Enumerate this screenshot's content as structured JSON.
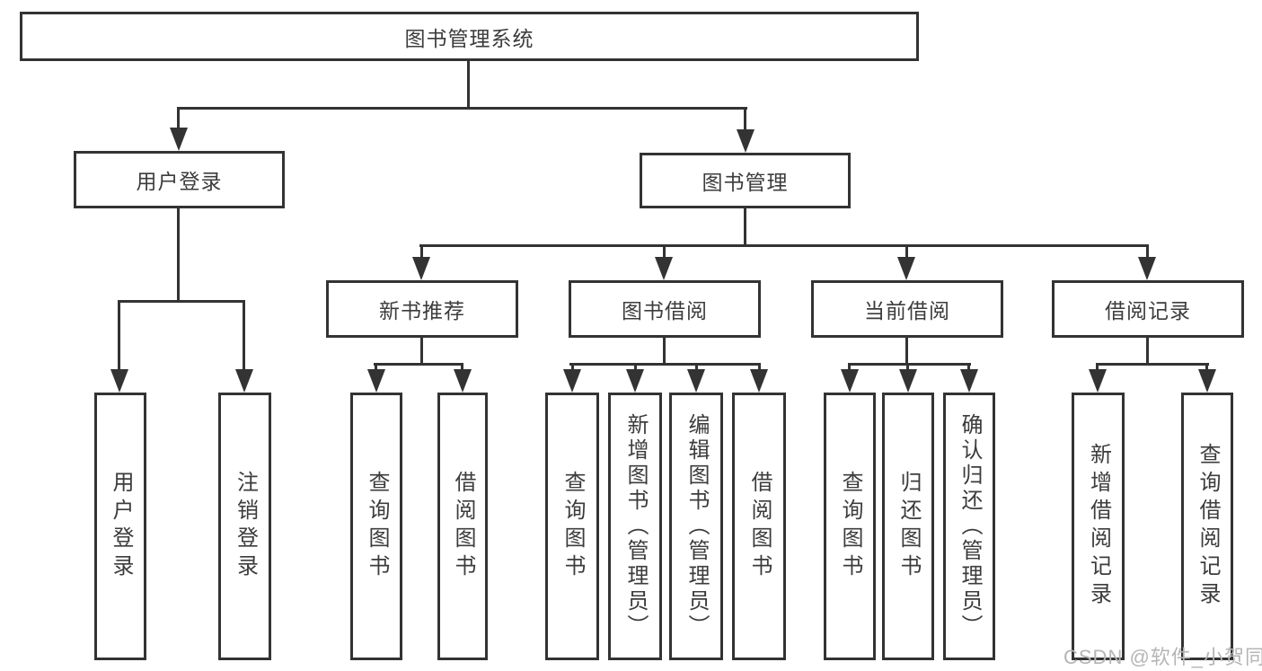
{
  "diagram_type": "hierarchy",
  "root": {
    "label": "图书管理系统",
    "children": [
      {
        "label": "用户登录",
        "children": [
          {
            "label": "用户登录"
          },
          {
            "label": "注销登录"
          }
        ]
      },
      {
        "label": "图书管理",
        "children": [
          {
            "label": "新书推荐",
            "children": [
              {
                "label": "查询图书"
              },
              {
                "label": "借阅图书"
              }
            ]
          },
          {
            "label": "图书借阅",
            "children": [
              {
                "label": "查询图书"
              },
              {
                "label": "新增图书（管理员）"
              },
              {
                "label": "编辑图书（管理员）"
              },
              {
                "label": "借阅图书"
              }
            ]
          },
          {
            "label": "当前借阅",
            "children": [
              {
                "label": "查询图书"
              },
              {
                "label": "归还图书"
              },
              {
                "label": "确认归还（管理员）"
              }
            ]
          },
          {
            "label": "借阅记录",
            "children": [
              {
                "label": "新增借阅记录"
              },
              {
                "label": "查询借阅记录"
              }
            ]
          }
        ]
      }
    ]
  },
  "watermark": "CSDN @软件_小贺同学",
  "colors": {
    "line": "#333333",
    "text": "#3c3c3c",
    "watermark": "#b5b5b5",
    "background": "#ffffff"
  }
}
